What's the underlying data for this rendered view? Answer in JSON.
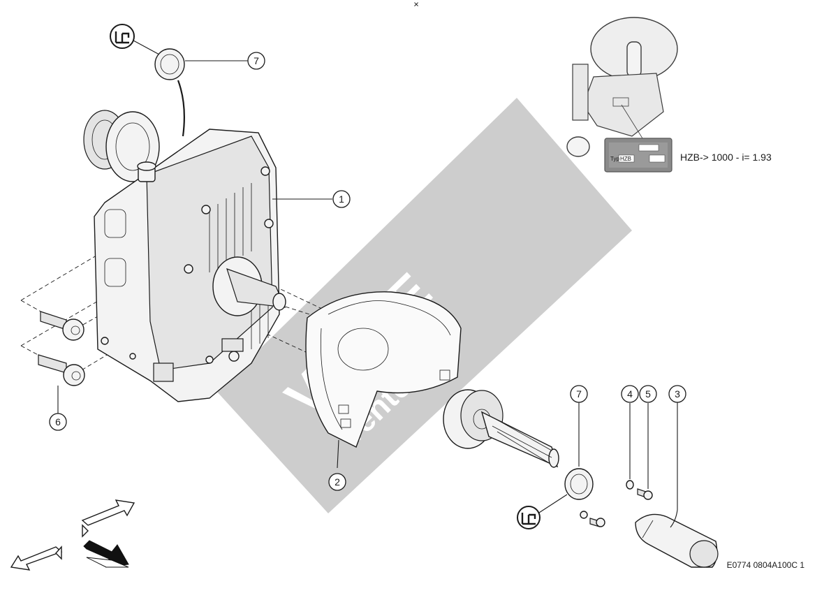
{
  "diagram": {
    "callouts": [
      {
        "id": "c7-top",
        "label": "7"
      },
      {
        "id": "c1",
        "label": "1"
      },
      {
        "id": "c2",
        "label": "2"
      },
      {
        "id": "c6",
        "label": "6"
      },
      {
        "id": "c7-right",
        "label": "7"
      },
      {
        "id": "c4",
        "label": "4"
      },
      {
        "id": "c5",
        "label": "5"
      },
      {
        "id": "c3",
        "label": "3"
      }
    ],
    "plate_label": "HZB-> 1000 - i= 1.93",
    "plate_inner_type": "HZB",
    "plate_inner_prefix": "Typ",
    "doc_ref": "E0774 0804A100C 1",
    "close_mark": "×",
    "watermark": {
      "line1": "VENTE",
      "line2": "vente.ru",
      "color": "#c8c8c8"
    },
    "icons": [
      "oil-seal-symbol-icon",
      "direction-arrow-icon"
    ]
  }
}
